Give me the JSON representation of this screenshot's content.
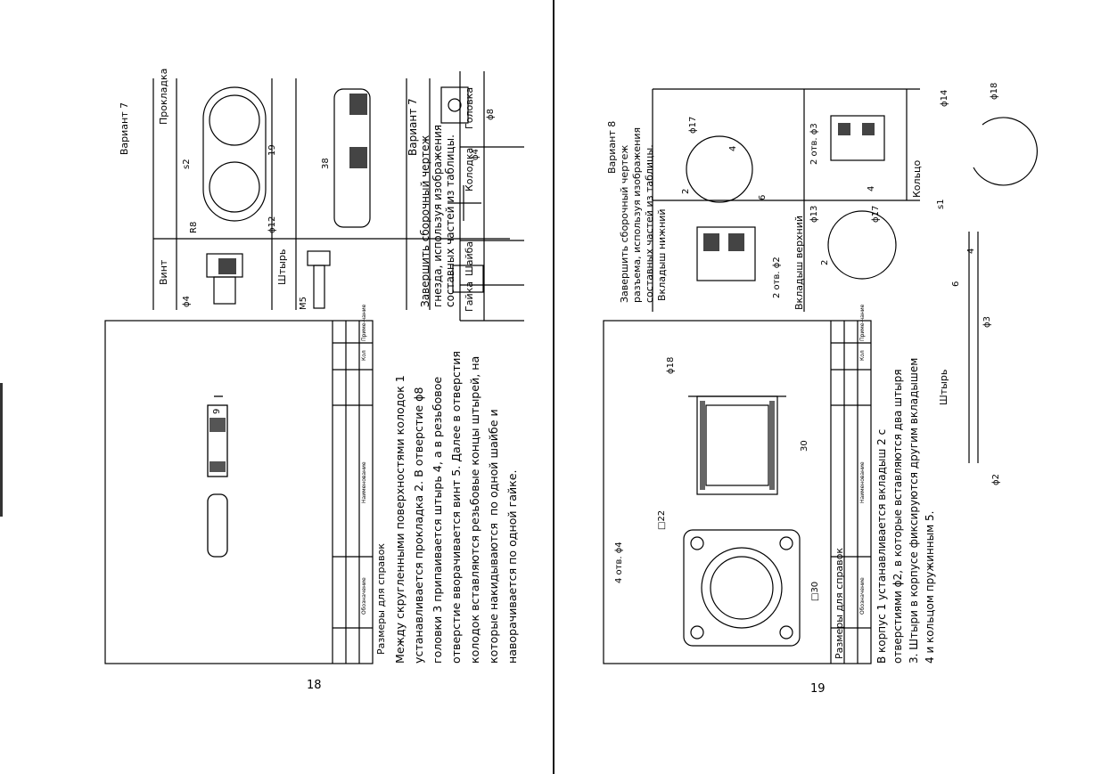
{
  "left_page": {
    "page_number": "18",
    "variant": "Вариант 7",
    "task": [
      "Завершить сборочный чертеж",
      "гнезда, используя изображения",
      "составных частей из таблицы."
    ],
    "parts": {
      "vint": "Винт",
      "prokladka": "Прокладка",
      "shtyr": "Штырь",
      "kolodka": "Колодка",
      "gaika": "Гайка",
      "shaiba": "Шайба",
      "golovka": "Головка"
    },
    "dims": {
      "phi4": "ϕ4",
      "s2": "s2",
      "r8": "R8",
      "d19": "19",
      "phi12": "ϕ12",
      "m5": "M5",
      "d38": "38",
      "phi4b": "ϕ4",
      "phi8": "ϕ8",
      "d9": "9"
    },
    "sizes_label": "Размеры для справок",
    "table": {
      "col1": "Обозначение",
      "col2": "Наименование",
      "col3": "Кол",
      "col4": "Приме-чание"
    },
    "description": [
      "Между скругленными поверхностями колодок 1",
      "устанавливается прокладка 2. В отверстие ϕ8",
      "головки 3 припаивается штырь 4, а в резьбовое",
      "отверстие вворачивается винт 5. Далее в отверстия",
      "колодок вставляются резьбовые концы штырей, на",
      "которые накидываются  по одной шайбе и",
      "наворачивается по одной гайке."
    ]
  },
  "right_page": {
    "page_number": "19",
    "variant": "Вариант 8",
    "task": [
      "Завершить сборочный чертеж",
      "разъема, используя изображения",
      "составных частей из таблицы."
    ],
    "parts": {
      "vkladysh_nizhniy": "Вкладыш нижний",
      "vkladysh_verkhniy": "Вкладыш верхний",
      "koltso": "Кольцо",
      "shtyr": "Штырь"
    },
    "dims": {
      "phi17a": "ϕ17",
      "two_holes_phi2": "2 отв. ϕ2",
      "d2a": "2",
      "d6a": "6",
      "d4a": "4",
      "phi13": "ϕ13",
      "phi17b": "ϕ17",
      "two_holes_phi3": "2 отв. ϕ3",
      "d4b": "4",
      "d2b": "2",
      "phi14": "ϕ14",
      "phi18": "ϕ18",
      "s1": "s1",
      "d4c": "4",
      "d6c": "6",
      "phi3": "ϕ3",
      "phi2": "ϕ2",
      "four_holes_phi4": "4 отв. ϕ4",
      "sq22": "□22",
      "sq30": "□30",
      "phi18b": "ϕ18",
      "d30": "30"
    },
    "sizes_label": "Размеры для справок",
    "table": {
      "col1": "Обозначение",
      "col2": "Наименование",
      "col3": "Кол",
      "col4": "Приме-чание"
    },
    "description": [
      "В корпус 1 устанавливается вкладыш 2 с",
      "отверстиями ϕ2, в которые вставляются два штыря",
      "3. Штыри в корпусе фиксируются другим вкладышем",
      "4 и кольцом пружинным 5."
    ]
  }
}
